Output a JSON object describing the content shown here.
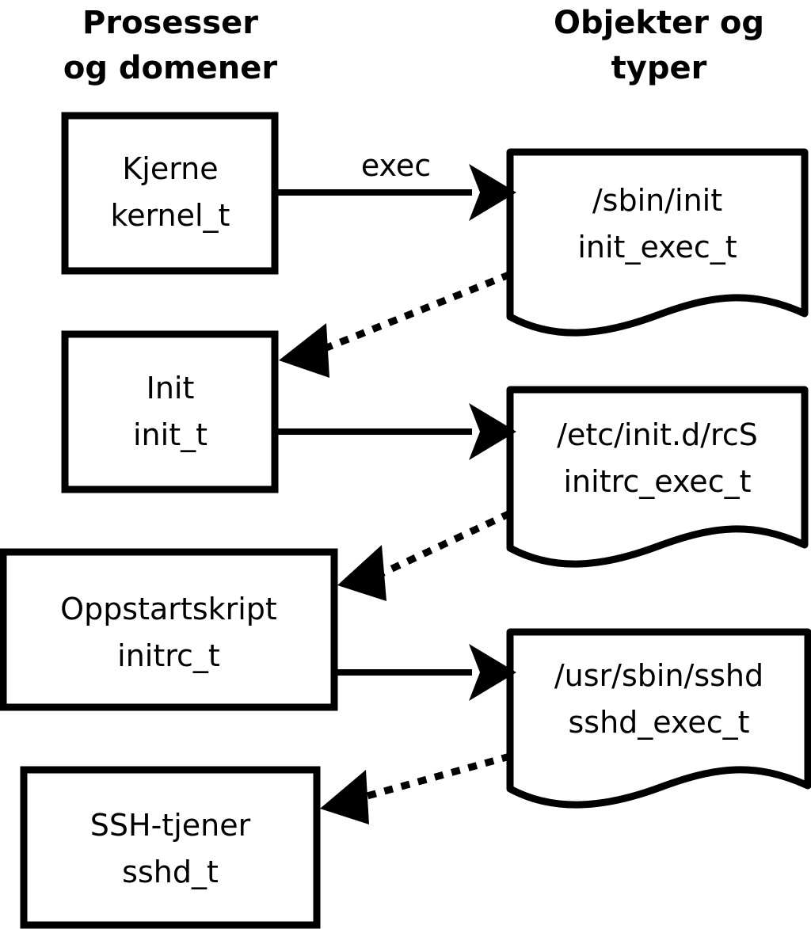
{
  "columns": {
    "left": {
      "line1": "Prosesser",
      "line2": "og domener"
    },
    "right": {
      "line1": "Objekter og",
      "line2": "typer"
    }
  },
  "processes": [
    {
      "name": "Kjerne",
      "type": "kernel_t"
    },
    {
      "name": "Init",
      "type": "init_t"
    },
    {
      "name": "Oppstartskript",
      "type": "initrc_t"
    },
    {
      "name": "SSH-tjener",
      "type": "sshd_t"
    }
  ],
  "objects": [
    {
      "path": "/sbin/init",
      "type": "init_exec_t"
    },
    {
      "path": "/etc/init.d/rcS",
      "type": "initrc_exec_t"
    },
    {
      "path": "/usr/sbin/sshd",
      "type": "sshd_exec_t"
    }
  ],
  "edges": {
    "exec_label": "exec"
  },
  "colors": {
    "stroke": "#000000",
    "fill": "#ffffff",
    "background": "#ffffff"
  }
}
